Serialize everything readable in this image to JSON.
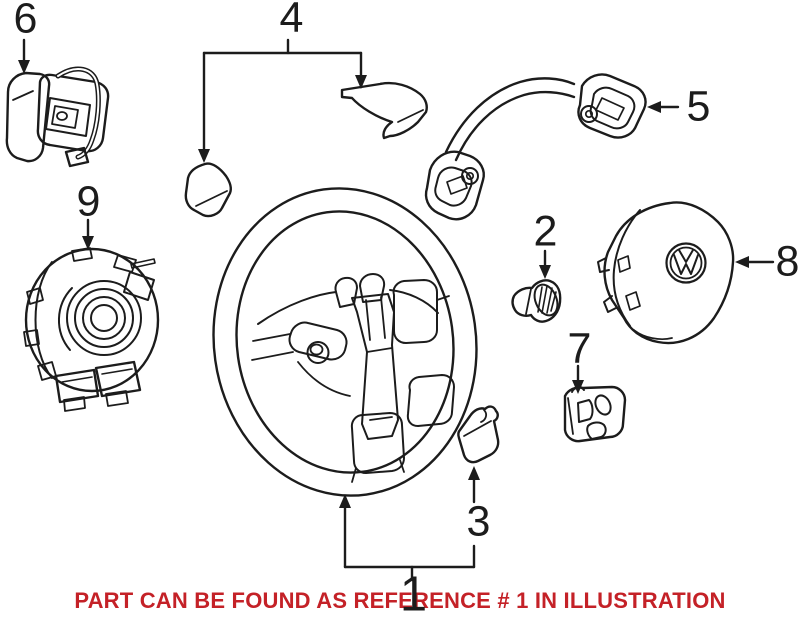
{
  "figure": {
    "caption": "PART CAN BE FOUND AS REFERENCE # 1 IN ILLUSTRATION",
    "colors": {
      "background": "#ffffff",
      "ink": "#1c1c1c",
      "caption": "#c42127"
    },
    "callouts": [
      {
        "label": "1"
      },
      {
        "label": "2"
      },
      {
        "label": "3"
      },
      {
        "label": "4"
      },
      {
        "label": "5"
      },
      {
        "label": "6"
      },
      {
        "label": "7"
      },
      {
        "label": "8"
      },
      {
        "label": "9"
      }
    ]
  }
}
